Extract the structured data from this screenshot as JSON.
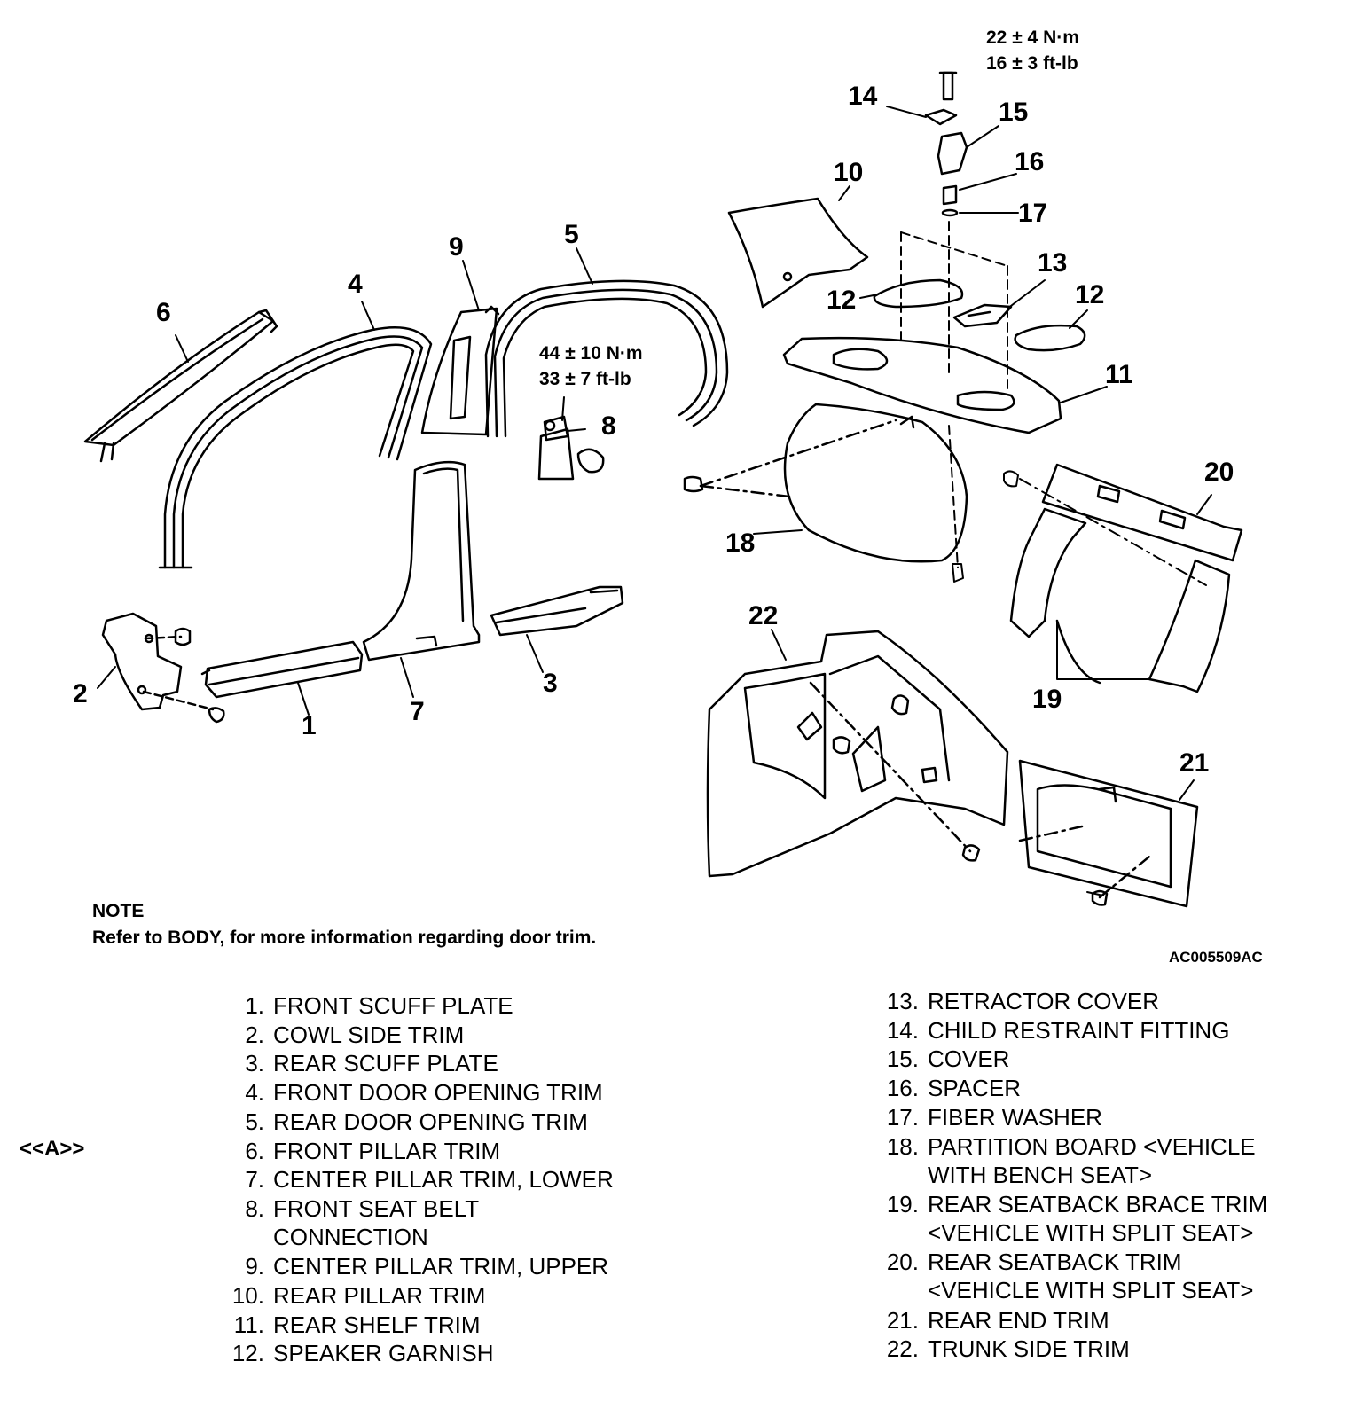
{
  "callouts": {
    "c1": "1",
    "c2": "2",
    "c3": "3",
    "c4": "4",
    "c5": "5",
    "c6": "6",
    "c7": "7",
    "c8": "8",
    "c9": "9",
    "c10": "10",
    "c11": "11",
    "c12a": "12",
    "c12b": "12",
    "c13": "13",
    "c14": "14",
    "c15": "15",
    "c16": "16",
    "c17": "17",
    "c18": "18",
    "c19": "19",
    "c20": "20",
    "c21": "21",
    "c22": "22"
  },
  "torque_top": {
    "line1": "22 ± 4 N·m",
    "line2": "16 ± 3 ft-lb"
  },
  "torque_belt": {
    "line1": "44 ± 10 N·m",
    "line2": "33 ± 7 ft-lb"
  },
  "note": {
    "title": "NOTE",
    "text": "Refer to BODY, for more information regarding door trim."
  },
  "figure_code": "AC005509AC",
  "marker_A": "<<A>>",
  "legend": [
    {
      "num": "1.",
      "lines": [
        "FRONT SCUFF PLATE"
      ]
    },
    {
      "num": "2.",
      "lines": [
        "COWL SIDE TRIM"
      ]
    },
    {
      "num": "3.",
      "lines": [
        "REAR SCUFF PLATE"
      ]
    },
    {
      "num": "4.",
      "lines": [
        "FRONT DOOR OPENING TRIM"
      ]
    },
    {
      "num": "5.",
      "lines": [
        "REAR DOOR OPENING TRIM"
      ]
    },
    {
      "num": "6.",
      "lines": [
        "FRONT PILLAR TRIM"
      ]
    },
    {
      "num": "7.",
      "lines": [
        "CENTER PILLAR TRIM, LOWER"
      ]
    },
    {
      "num": "8.",
      "lines": [
        "FRONT SEAT BELT",
        "CONNECTION"
      ]
    },
    {
      "num": "9.",
      "lines": [
        "CENTER PILLAR TRIM, UPPER"
      ]
    },
    {
      "num": "10.",
      "lines": [
        "REAR PILLAR TRIM"
      ]
    },
    {
      "num": "11.",
      "lines": [
        "REAR SHELF TRIM"
      ]
    },
    {
      "num": "12.",
      "lines": [
        "SPEAKER GARNISH"
      ]
    },
    {
      "num": "13.",
      "lines": [
        "RETRACTOR COVER"
      ]
    },
    {
      "num": "14.",
      "lines": [
        "CHILD RESTRAINT FITTING"
      ]
    },
    {
      "num": "15.",
      "lines": [
        "COVER"
      ]
    },
    {
      "num": "16.",
      "lines": [
        "SPACER"
      ]
    },
    {
      "num": "17.",
      "lines": [
        "FIBER WASHER"
      ]
    },
    {
      "num": "18.",
      "lines": [
        "PARTITION BOARD <VEHICLE",
        "WITH BENCH SEAT>"
      ]
    },
    {
      "num": "19.",
      "lines": [
        "REAR SEATBACK BRACE TRIM",
        "<VEHICLE WITH SPLIT SEAT>"
      ]
    },
    {
      "num": "20.",
      "lines": [
        "REAR SEATBACK TRIM",
        "<VEHICLE WITH SPLIT SEAT>"
      ]
    },
    {
      "num": "21.",
      "lines": [
        "REAR END TRIM"
      ]
    },
    {
      "num": "22.",
      "lines": [
        "TRUNK SIDE TRIM"
      ]
    }
  ]
}
